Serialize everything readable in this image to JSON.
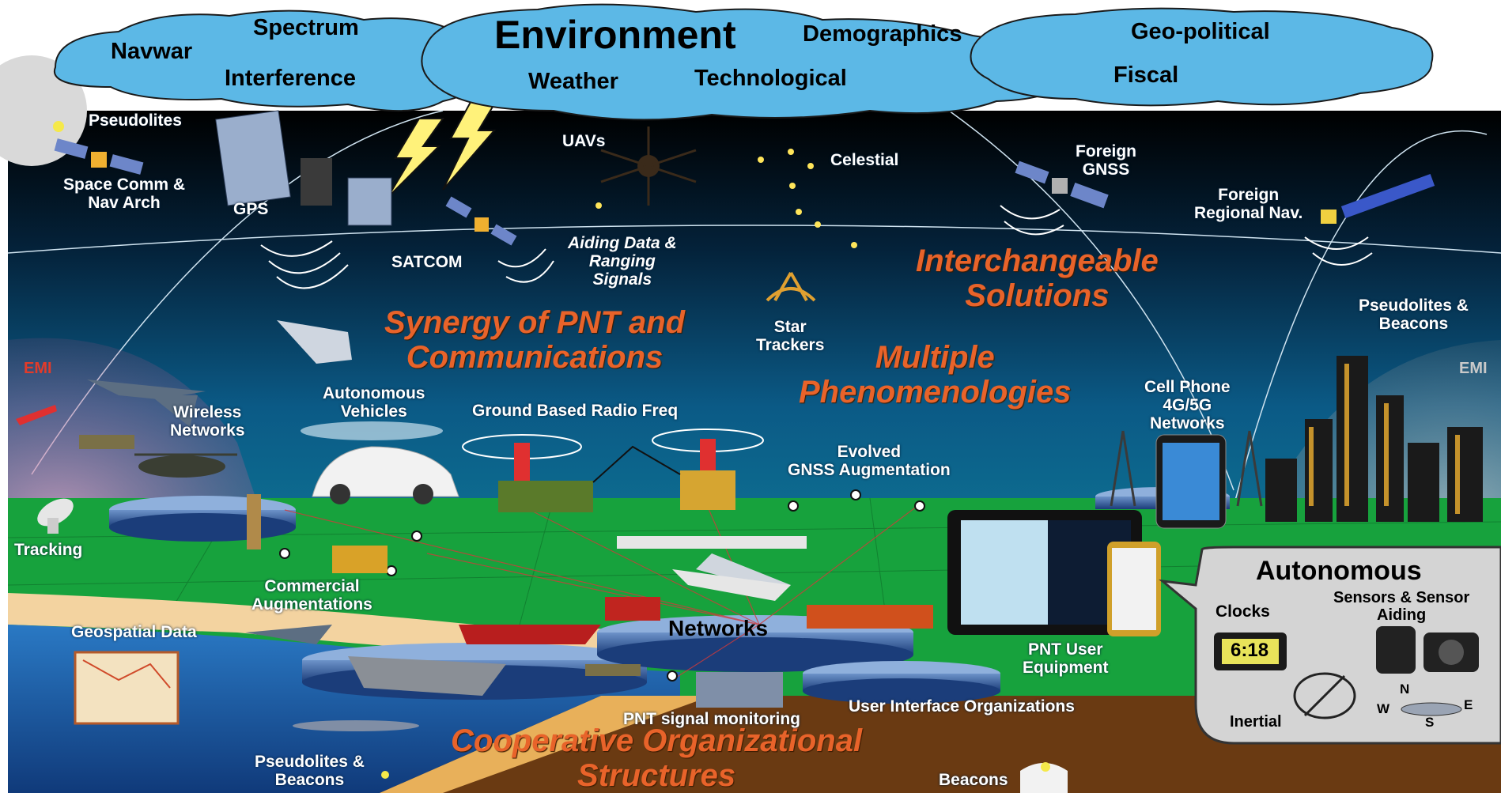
{
  "clouds": {
    "navwar": "Navwar",
    "spectrum": "Spectrum",
    "interference": "Interference",
    "environment": "Environment",
    "weather": "Weather",
    "technological": "Technological",
    "demographics": "Demographics",
    "geo_political": "Geo-political",
    "fiscal": "Fiscal"
  },
  "space": {
    "pseudolites": "Pseudolites",
    "space_comm": "Space Comm &\nNav Arch",
    "gps": "GPS",
    "satcom": "SATCOM",
    "uavs": "UAVs",
    "aiding": "Aiding Data &\nRanging\nSignals",
    "celestial": "Celestial",
    "star_trackers": "Star\nTrackers",
    "foreign_gnss": "Foreign\nGNSS",
    "foreign_regional": "Foreign\nRegional Nav.",
    "pseudolites_beacons_right": "Pseudolites &\nBeacons"
  },
  "themes": {
    "synergy": "Synergy of PNT and\nCommunications",
    "interchangeable": "Interchangeable\nSolutions",
    "multiple": "Multiple\nPhenomenologies",
    "cooperative": "Cooperative Organizational\nStructures"
  },
  "ground": {
    "emi_left": "EMI",
    "emi_right": "EMI",
    "wireless": "Wireless\nNetworks",
    "autonomous_vehicles": "Autonomous\nVehicles",
    "ground_radio": "Ground Based Radio Freq",
    "evolved_gnss": "Evolved\nGNSS Augmentation",
    "cell_phone": "Cell Phone\n4G/5G\nNetworks",
    "tracking": "Tracking",
    "commercial": "Commercial\nAugmentations",
    "geospatial": "Geospatial Data",
    "networks": "Networks",
    "pnt_user_equipment": "PNT User\nEquipment",
    "pnt_monitoring": "PNT signal monitoring",
    "ui_orgs": "User Interface Organizations",
    "pseudolites_beacons_bottom": "Pseudolites &\nBeacons",
    "beacons": "Beacons"
  },
  "autonomous_panel": {
    "title": "Autonomous",
    "clocks": "Clocks",
    "clock_readout": "6:18",
    "sensors": "Sensors & Sensor\nAiding",
    "inertial": "Inertial",
    "compass_n": "N",
    "compass_s": "S",
    "compass_e": "E",
    "compass_w": "W"
  },
  "colors": {
    "cloud": "#5cb8e6",
    "sky_top": "#000000",
    "sky_mid": "#0a4a70",
    "ground_green": "#15a13c",
    "water": "#1e5fb0",
    "theme_orange": "#e8632a",
    "emi_red": "#e23b2a"
  }
}
